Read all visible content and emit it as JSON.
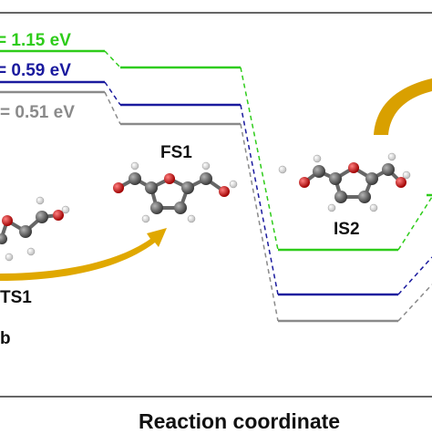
{
  "energies": {
    "green": "= 1.15 eV",
    "blue": "= 0.59 eV",
    "gray": "= 0.51 eV"
  },
  "states": {
    "fs1": "FS1",
    "is2": "IS2",
    "ts1": "TS1",
    "panel": "b"
  },
  "axis": {
    "xlabel": "Reaction coordinate"
  },
  "colors": {
    "green": "#2ecc1a",
    "blue": "#1a1a9e",
    "gray": "#8a8a8a",
    "arrow": "#e0a800",
    "oxygen": "#d01010",
    "carbon": "#5a5a5a",
    "hydrogen": "#ffffff"
  }
}
